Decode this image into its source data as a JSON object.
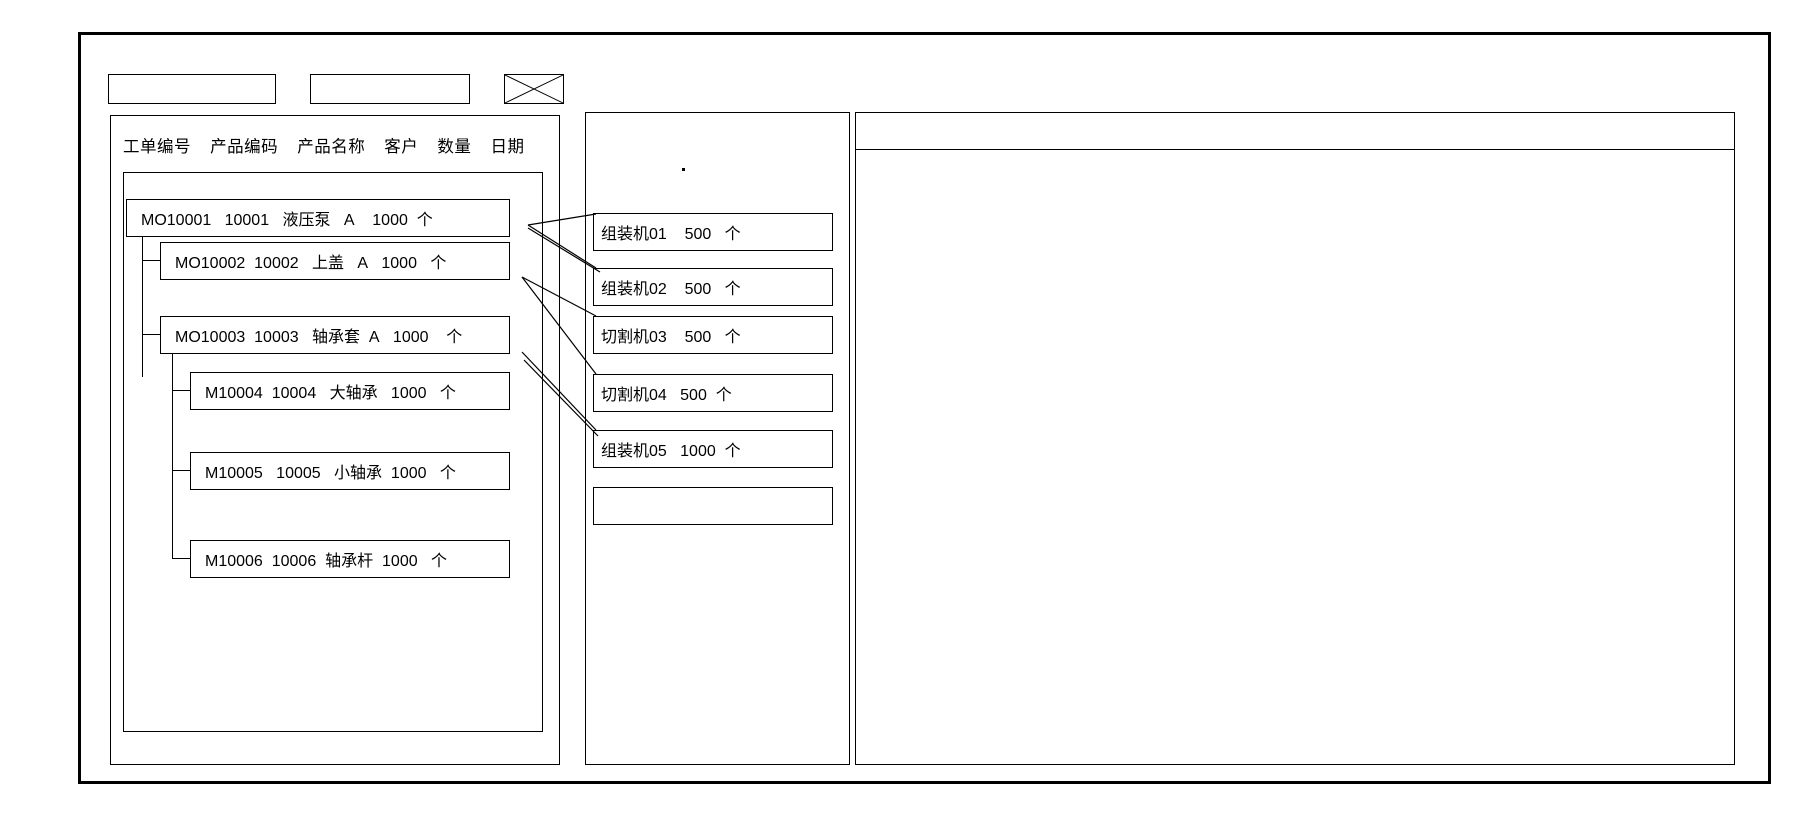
{
  "window": {
    "title": ""
  },
  "toolbar": {
    "fields": [
      {
        "name": "toolbar-field-1",
        "value": "",
        "placeholder": ""
      },
      {
        "name": "toolbar-field-2",
        "value": "",
        "placeholder": ""
      }
    ],
    "image_icon": {
      "name": "image-placeholder-icon",
      "label": ""
    }
  },
  "left_panel": {
    "columns": [
      "工单编号",
      "产品编码",
      "产品名称",
      "客户",
      "数量",
      "日期"
    ],
    "rows": [
      {
        "level": 0,
        "order_no": "MO10001",
        "product_code": "10001",
        "product_name": "液压泵",
        "customer": "A",
        "quantity": "1000",
        "unit": "个",
        "date": ""
      },
      {
        "level": 1,
        "order_no": "MO10002",
        "product_code": "10002",
        "product_name": "上盖",
        "customer": "A",
        "quantity": "1000",
        "unit": "个",
        "date": ""
      },
      {
        "level": 1,
        "order_no": "MO10003",
        "product_code": "10003",
        "product_name": "轴承套",
        "customer": "A",
        "quantity": "1000",
        "unit": "个",
        "date": ""
      },
      {
        "level": 2,
        "order_no": "M10004",
        "product_code": "10004",
        "product_name": "大轴承",
        "customer": "",
        "quantity": "1000",
        "unit": "个",
        "date": ""
      },
      {
        "level": 2,
        "order_no": "M10005",
        "product_code": "10005",
        "product_name": "小轴承",
        "customer": "",
        "quantity": "1000",
        "unit": "个",
        "date": ""
      },
      {
        "level": 2,
        "order_no": "M10006",
        "product_code": "10006",
        "product_name": "轴承杆",
        "customer": "",
        "quantity": "1000",
        "unit": "个",
        "date": ""
      }
    ]
  },
  "mid_panel": {
    "machines": [
      {
        "machine": "组装机01",
        "quantity": "500",
        "unit": "个"
      },
      {
        "machine": "组装机02",
        "quantity": "500",
        "unit": "个"
      },
      {
        "machine": "切割机03",
        "quantity": "500",
        "unit": "个"
      },
      {
        "machine": "切割机04",
        "quantity": "500",
        "unit": "个"
      },
      {
        "machine": "组装机05",
        "quantity": "1000",
        "unit": "个"
      },
      {
        "machine": "",
        "quantity": "",
        "unit": ""
      }
    ]
  },
  "right_panel": {
    "header": "",
    "body": ""
  },
  "colors": {
    "line": "#000000",
    "background": "#ffffff"
  }
}
